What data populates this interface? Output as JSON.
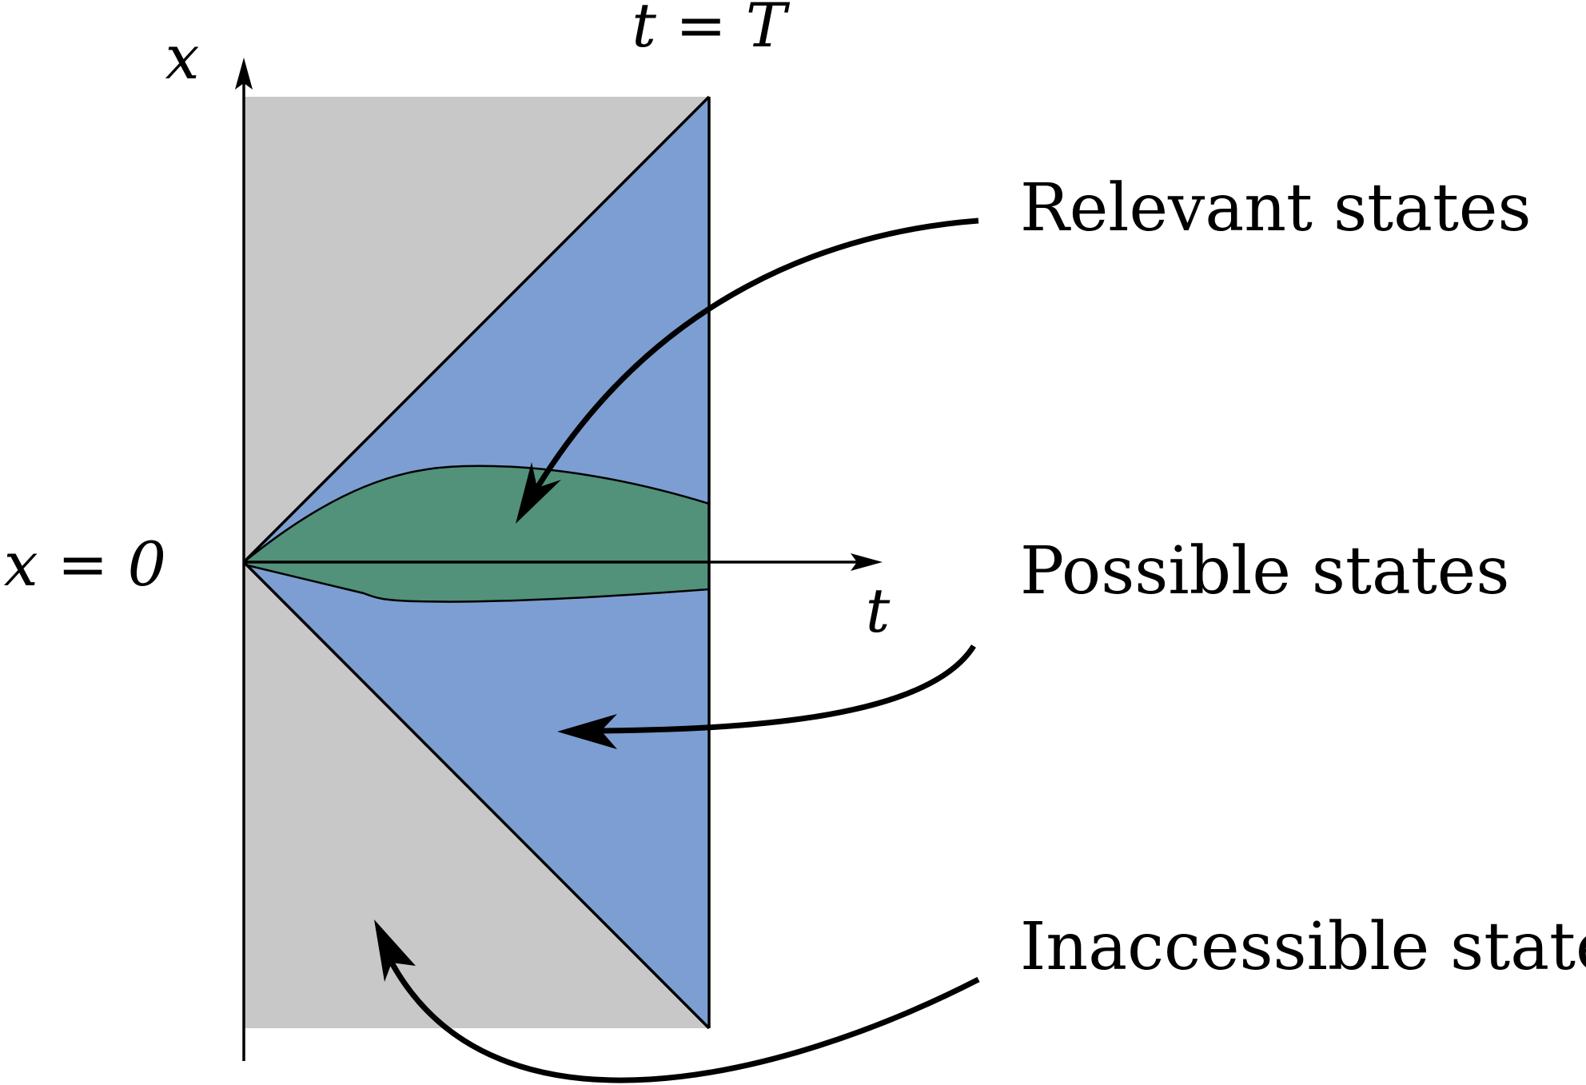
{
  "axes": {
    "x_axis_label": "x",
    "t_axis_label": "t",
    "origin_label": "x = 0",
    "final_time_label": "t = T"
  },
  "regions": {
    "inaccessible": {
      "label": "Inaccessible states",
      "color": "#c8c8c8"
    },
    "possible": {
      "label": "Possible states",
      "color": "#7d9ed2"
    },
    "relevant": {
      "label": "Relevant states",
      "color": "#52917a"
    }
  },
  "line_color": "#000000"
}
